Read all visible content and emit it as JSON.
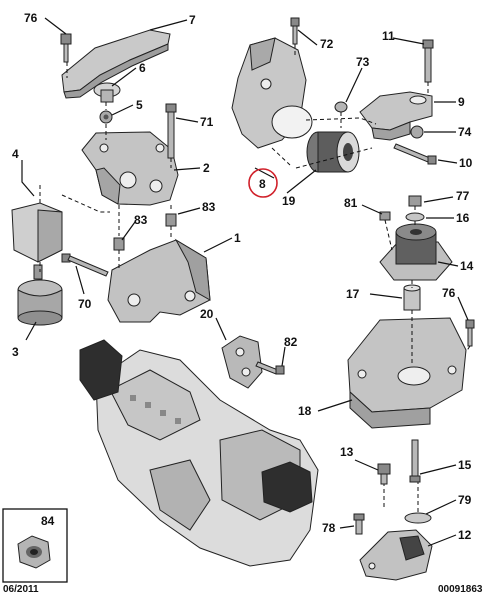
{
  "footer": {
    "date_code": "06/2011",
    "diagram_ref": "00091863"
  },
  "inset": {
    "part_number": "84"
  },
  "callouts": {
    "c76a": "76",
    "c7": "7",
    "c6": "6",
    "c5": "5",
    "c71": "71",
    "c4": "4",
    "c2": "2",
    "c83a": "83",
    "c83b": "83",
    "c1": "1",
    "c70": "70",
    "c3": "3",
    "c72": "72",
    "c73": "73",
    "c8": "8",
    "c19": "19",
    "c11": "11",
    "c9": "9",
    "c74": "74",
    "c10": "10",
    "c81": "81",
    "c77": "77",
    "c16": "16",
    "c14": "14",
    "c17": "17",
    "c76b": "76",
    "c20": "20",
    "c82": "82",
    "c18": "18",
    "c13": "13",
    "c15": "15",
    "c79": "79",
    "c78": "78",
    "c12": "12"
  },
  "highlight": {
    "part": "8",
    "color": "#d0202a"
  },
  "colors": {
    "part_fill": "#c9c9c9",
    "part_dark": "#8a8a8a",
    "engine_fill": "#dcdcdc",
    "mount_black": "#2e2e2e"
  }
}
